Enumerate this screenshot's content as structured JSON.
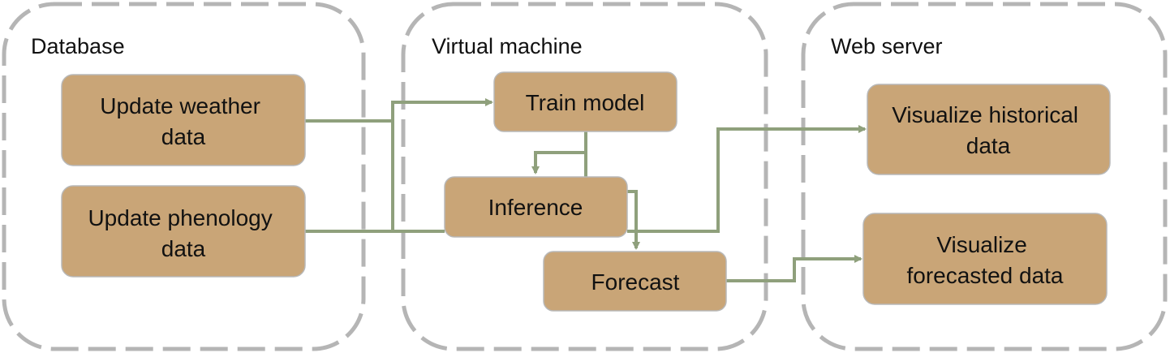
{
  "containers": {
    "database": {
      "title": "Database"
    },
    "vm": {
      "title": "Virtual machine"
    },
    "web": {
      "title": "Web server"
    }
  },
  "boxes": {
    "update_weather": {
      "lines": [
        "Update weather",
        "data"
      ]
    },
    "update_phenology": {
      "lines": [
        "Update phenology",
        "data"
      ]
    },
    "train_model": {
      "lines": [
        "Train model"
      ]
    },
    "inference": {
      "lines": [
        "Inference"
      ]
    },
    "forecast": {
      "lines": [
        "Forecast"
      ]
    },
    "visualize_historical": {
      "lines": [
        "Visualize historical",
        "data"
      ]
    },
    "visualize_forecasted": {
      "lines": [
        "Visualize",
        "forecasted data"
      ]
    }
  },
  "colors": {
    "box_fill": "#C9A577",
    "arrow": "#8FA07C",
    "container_border": "#B5B5B5"
  }
}
